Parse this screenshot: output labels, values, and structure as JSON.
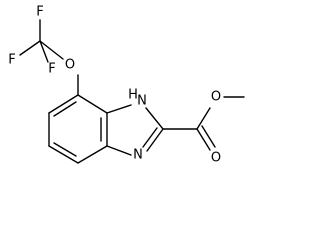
{
  "molecule": {
    "atoms": {
      "f_top": "F",
      "f_left": "F",
      "f_bottom": "F",
      "o_ether": "O",
      "nh": "H",
      "nh_n": "N",
      "n_ring": "N",
      "o_ester": "O",
      "o_carbonyl": "O"
    }
  }
}
